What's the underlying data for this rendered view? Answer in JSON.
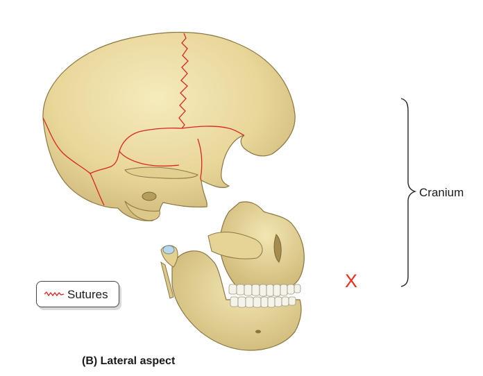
{
  "labels": {
    "cranium": "Cranium",
    "caption": "(B) Lateral aspect",
    "marker": "X"
  },
  "legend": {
    "sutures_label": "Sutures",
    "suture_color": "#d9241e"
  },
  "colors": {
    "bone": "#ecdca2",
    "bone_shadow": "#c9b374",
    "teeth": "#f6f4ea",
    "cartilage": "#b9d6ea",
    "marker": "#e8301d"
  }
}
